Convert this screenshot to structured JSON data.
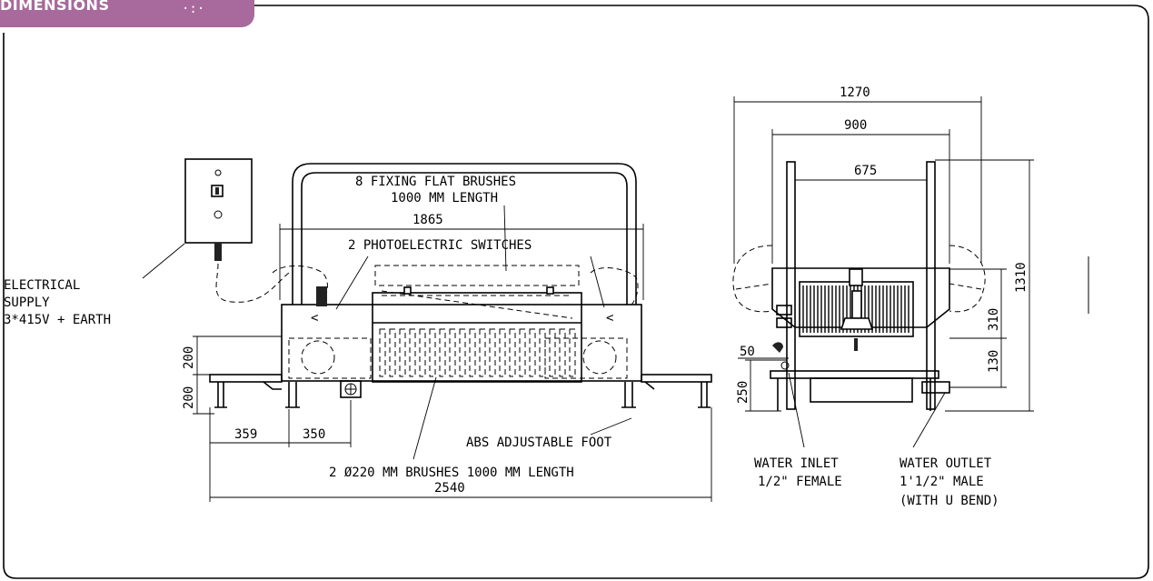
{
  "header": {
    "tab_label": "DIMENSIONS",
    "tab_color": "#a8699c"
  },
  "front_view": {
    "labels": {
      "brushes_flat_line1": "8 FIXING FLAT BRUSHES",
      "brushes_flat_line2": "1000 MM LENGTH",
      "photo_switches": "2 PHOTOELECTRIC SWITCHES",
      "electrical_line1": "ELECTRICAL",
      "electrical_line2": "SUPPLY",
      "electrical_line3": "3*415V + EARTH",
      "foot": "ABS ADJUSTABLE FOOT",
      "round_brushes": "2 Ø220 MM BRUSHES 1000 MM LENGTH"
    },
    "dimensions": {
      "total_width": "2540",
      "frame_width": "1865",
      "left_platform": "359",
      "drain_offset": "350",
      "height_upper": "200",
      "height_lower": "200"
    }
  },
  "side_view": {
    "labels": {
      "inlet_line1": "WATER INLET",
      "inlet_line2": "1/2\" FEMALE",
      "outlet_line1": "WATER OUTLET",
      "outlet_line2": "1'1/2\" MALE",
      "outlet_line3": "(WITH U BEND)"
    },
    "dimensions": {
      "overall_width": "1270",
      "frame_width": "900",
      "inner_width": "675",
      "total_height": "1310",
      "body_height": "310",
      "outlet_height": "130",
      "inlet_height": "250",
      "inlet_offset": "50"
    }
  }
}
